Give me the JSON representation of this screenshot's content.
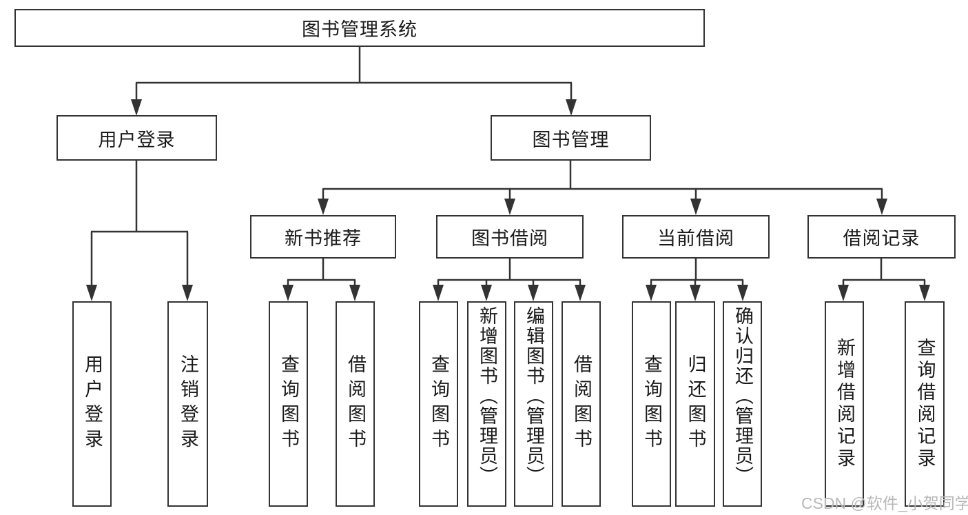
{
  "diagram": {
    "title": "图书管理系统",
    "colors": {
      "line": "#333333",
      "border": "#333333",
      "text": "#1a1a1a",
      "background": "#ffffff",
      "watermark": "#b8b8b8"
    },
    "nodes": {
      "root": {
        "label": "图书管理系统"
      },
      "level2": {
        "user_login": {
          "label": "用户登录"
        },
        "book_mgmt": {
          "label": "图书管理"
        }
      },
      "level3": {
        "new_book_rec": {
          "label": "新书推荐"
        },
        "book_borrow": {
          "label": "图书借阅"
        },
        "current_borrow": {
          "label": "当前借阅"
        },
        "borrow_record": {
          "label": "借阅记录"
        }
      },
      "leaves": {
        "user_login": {
          "login": "用户登录",
          "logout": "注销登录"
        },
        "new_book_rec": {
          "query": "查询图书",
          "borrow": "借阅图书"
        },
        "book_borrow": {
          "query": "查询图书",
          "add": "新增图书（管理员）",
          "edit": "编辑图书（管理员）",
          "borrow": "借阅图书"
        },
        "current_borrow": {
          "query": "查询图书",
          "return": "归还图书",
          "confirm": "确认归还（管理员）"
        },
        "borrow_record": {
          "add": "新增借阅记录",
          "query": "查询借阅记录"
        }
      }
    },
    "watermark": "CSDN @软件_小贺同学"
  }
}
